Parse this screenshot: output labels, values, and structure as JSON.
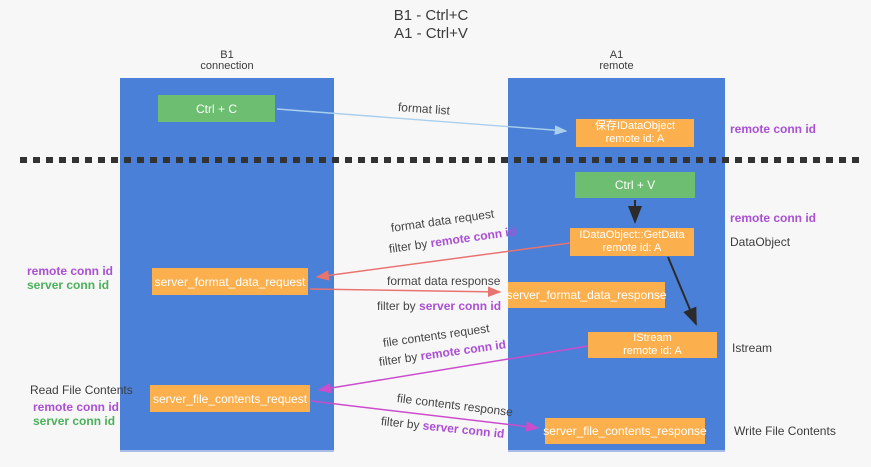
{
  "title": {
    "line1": "B1 - Ctrl+C",
    "line2": "A1 - Ctrl+V"
  },
  "lanes": {
    "left": {
      "title": "B1",
      "subtitle": "connection"
    },
    "right": {
      "title": "A1",
      "subtitle": "remote"
    }
  },
  "nodes": {
    "ctrl_c": {
      "label": "Ctrl + C"
    },
    "save_dataobject": {
      "line1": "保存IDataObject",
      "line2": "remote id: A"
    },
    "ctrl_v": {
      "label": "Ctrl + V"
    },
    "getdata": {
      "line1": "IDataObject::GetData",
      "line2": "remote id: A"
    },
    "server_format_data_request": {
      "label": "server_format_data_request"
    },
    "server_format_data_response": {
      "label": "server_format_data_response"
    },
    "istream": {
      "line1": "IStream",
      "line2": "remote id: A"
    },
    "server_file_contents_request": {
      "label": "server_file_contents_request"
    },
    "server_file_contents_response": {
      "label": "server_file_contents_response"
    }
  },
  "edge_labels": {
    "format_list": "format list",
    "format_data_request": "format data request",
    "format_data_response": "format data response",
    "file_contents_request": "file contents request",
    "file_contents_response": "file contents response",
    "filter_by": "filter by ",
    "remote_conn_id": "remote conn id",
    "server_conn_id": "server conn id"
  },
  "annotations": {
    "remote_conn_id": "remote conn id",
    "server_conn_id": "server conn id",
    "dataobject": "DataObject",
    "istream": "Istream",
    "read_file_contents": "Read File Contents",
    "write_file_contents": "Write File Contents"
  },
  "colors": {
    "lane_blue": "#4a80d8",
    "node_orange": "#fbb04d",
    "node_green": "#6dbe70",
    "purple_text": "#ab4fd3",
    "green_text": "#4cb05a",
    "arrow_red": "#e87470",
    "arrow_magenta": "#cc4ccc",
    "arrow_lightblue": "#aacfec",
    "arrow_black": "#2b2b2b",
    "background": "#f7f7f8"
  }
}
